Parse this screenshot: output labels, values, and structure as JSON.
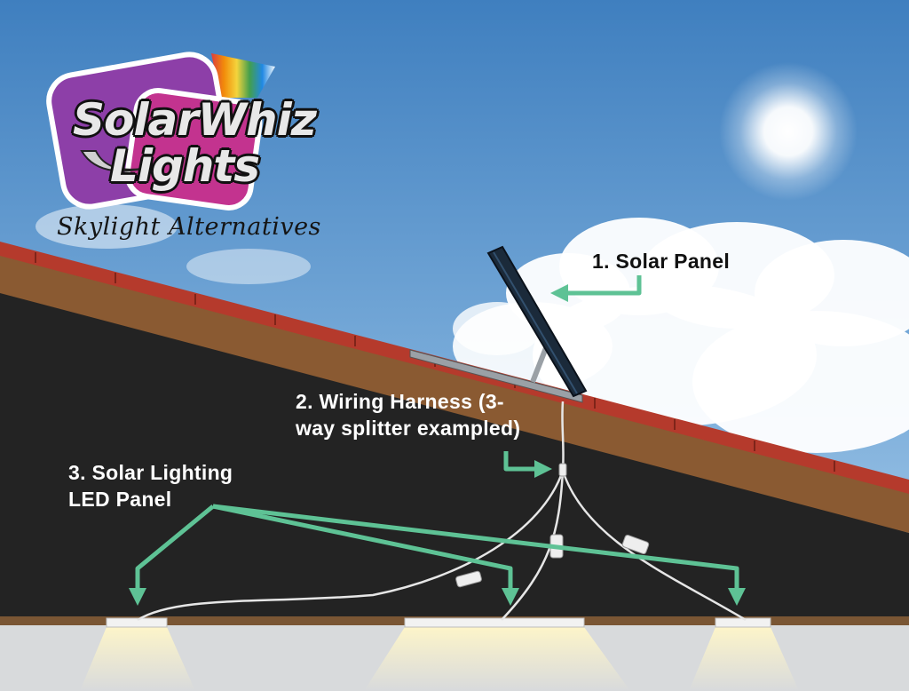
{
  "logo": {
    "line1": "SolarWhiz",
    "line2": "Lights",
    "tagline": "Skylight Alternatives"
  },
  "labels": {
    "solar_panel": "1. Solar Panel",
    "wiring_line1": "2. Wiring Harness (3-",
    "wiring_line2": "way splitter exampled)",
    "led_line1": "3. Solar Lighting",
    "led_line2": "LED Panel"
  },
  "colors": {
    "arrow": "#5ec295",
    "roof_tile": "#b53a2c",
    "roof_soil": "#8a5a32",
    "attic": "#232323",
    "sky": "#5a93c9",
    "logo_purple": "#8d3fa8",
    "logo_magenta": "#c3338f"
  }
}
